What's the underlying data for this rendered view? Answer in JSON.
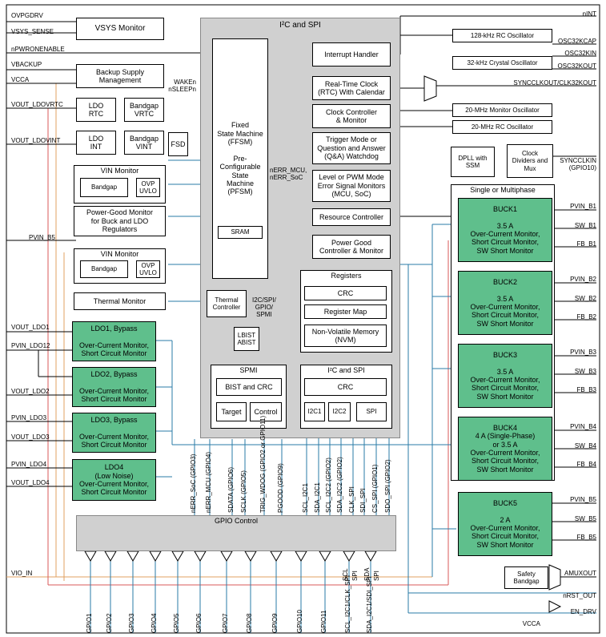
{
  "colors": {
    "green": "#5fbf8c",
    "gray": "#d0d0d0",
    "blue": "#2a7ba7",
    "purple": "#7b3fa0",
    "orange": "#e0a060",
    "red": "#d85a5a"
  },
  "left_pins": {
    "ovpgdrv": "OVPGDRV",
    "vsys_sense": "VSYS_SENSE",
    "npwronenable": "nPWRONENABLE",
    "vbackup": "VBACKUP",
    "vcca": "VCCA",
    "vout_ldovrtc": "VOUT_LDOVRTC",
    "vout_ldovint": "VOUT_LDOVINT",
    "pvin_b5": "PVIN_B5",
    "vout_ldo1": "VOUT_LDO1",
    "pvin_ldo12": "PVIN_LDO12",
    "vout_ldo2": "VOUT_LDO2",
    "pvin_ldo3": "PVIN_LDO3",
    "vout_ldo3": "VOUT_LDO3",
    "pvin_ldo4": "PVIN_LDO4",
    "vout_ldo4": "VOUT_LDO4",
    "vio_in": "VIO_IN"
  },
  "right_pins": {
    "nint": "nINT",
    "osc32kcap": "OSC32KCAP",
    "osc32kin": "OSC32KIN",
    "osc32kout": "OSC32KOUT",
    "syncclkout": "SYNCCLKOUT/CLK32KOUT",
    "syncclkin": "SYNCCLKIN\n(GPIO10)",
    "pvin_b1": "PVIN_B1",
    "sw_b1": "SW_B1",
    "fb_b1": "FB_B1",
    "pvin_b2": "PVIN_B2",
    "sw_b2": "SW_B2",
    "fb_b2": "FB_B2",
    "pvin_b3": "PVIN_B3",
    "sw_b3": "SW_B3",
    "fb_b3": "FB_B3",
    "pvin_b4": "PVIN_B4",
    "sw_b4": "SW_B4",
    "fb_b4": "FB_B4",
    "pvin_b5": "PVIN_B5",
    "sw_b5": "SW_B5",
    "fb_b5": "FB_B5",
    "amuxout": "AMUXOUT",
    "nrst_out": "nRST_OUT",
    "en_drv": "EN_DRV",
    "vcca": "VCCA"
  },
  "blocks": {
    "vsys_monitor": "VSYS Monitor",
    "backup_supply": "Backup Supply\nManagement",
    "ldo_rtc": "LDO\nRTC",
    "bandgap_vrtc": "Bandgap\nVRTC",
    "ldo_int": "LDO\nINT",
    "bandgap_vint": "Bandgap\nVINT",
    "fsd": "FSD",
    "vin_monitor": "VIN Monitor",
    "bandgap": "Bandgap",
    "ovp_uvlo": "OVP\nUVLO",
    "power_good_monitor": "Power-Good Monitor\nfor Buck and LDO\nRegulators",
    "thermal_monitor": "Thermal Monitor",
    "ldo1": "LDO1, Bypass\n\nOver-Current Monitor,\nShort Circuit Monitor",
    "ldo2": "LDO2, Bypass\n\nOver-Current Monitor,\nShort Circuit Monitor",
    "ldo3": "LDO3, Bypass\n\nOver-Current Monitor,\nShort Circuit Monitor",
    "ldo4": "LDO4\n(Low Noise)\nOver-Current Monitor,\nShort Circuit Monitor",
    "i2c_spi_title": "I²C and SPI",
    "fsm": "Fixed\nState Machine\n(FFSM)\n\nPre-\nConfigurable\nState\nMachine\n(PFSM)",
    "sram": "SRAM",
    "thermal_controller": "Thermal\nController",
    "i2c_spi_gpio": "I2C/SPI/\nGPIO/\nSPMI",
    "lbist": "LBIST\nABIST",
    "wakeup": "WAKEn\nnSLEEPn",
    "nerr_mcu": "nERR_MCU,\nnERR_SoC",
    "interrupt_handler": "Interrupt Handler",
    "rtc": "Real-Time Clock\n(RTC) With Calendar",
    "clock_controller": "Clock Controller\n& Monitor",
    "watchdog": "Trigger Mode or\nQuestion and Answer\n(Q&A) Watchdog",
    "error_monitors": "Level or PWM Mode\nError Signal Monitors\n(MCU, SoC)",
    "resource_controller": "Resource Controller",
    "power_good_controller": "Power Good\nController & Monitor",
    "registers": "Registers",
    "crc": "CRC",
    "register_map": "Register Map",
    "nvm": "Non-Volatile Memory\n(NVM)",
    "spmi": "SPMI",
    "bist_crc": "BIST and CRC",
    "target": "Target",
    "control": "Control",
    "i2c_spi2": "I²C and SPI",
    "crc2": "CRC",
    "i2c1": "I2C1",
    "i2c2": "I2C2",
    "spi": "SPI",
    "osc128k": "128-kHz RC Oscillator",
    "osc32k": "32-kHz Crystal Oscillator",
    "osc20m_mon": "20-MHz Monitor Oscillator",
    "osc20m": "20-MHz RC Oscillator",
    "dpll": "DPLL with\nSSM",
    "clock_dividers": "Clock\nDividers and\nMux",
    "single_multiphase": "Single or Multiphase",
    "buck1": "BUCK1\n\n3.5 A\nOver-Current Monitor,\nShort Circuit Monitor,\nSW Short Monitor",
    "buck2": "BUCK2\n\n3.5 A\nOver-Current Monitor,\nShort Circuit Monitor,\nSW Short Monitor",
    "buck3": "BUCK3\n\n3.5 A\nOver-Current Monitor,\nShort Circuit Monitor,\nSW Short Monitor",
    "buck4": "BUCK4\n4 A (Single-Phase)\nor 3.5 A\nOver-Current Monitor,\nShort Circuit Monitor,\nSW Short Monitor",
    "buck5": "BUCK5\n\n2 A\nOver-Current Monitor,\nShort Circuit Monitor,\nSW Short Monitor",
    "safety_bandgap": "Safety\nBandgap",
    "gpio_control": "GPIO Control"
  },
  "gpio_signals": [
    "nERR_SoC (GPIO3)",
    "nERR_MCU (GPIO4)",
    "SDATA (GPIO6)",
    "SCLK (GPIO5)",
    "TRIG_WDOG (GPIO2 or GPIO11)",
    "PGOOD (GPIO9)",
    "SCL_I2C1",
    "SDA_I2C1",
    "SCL_I2C2 (GPIO2)",
    "SDA_I2C2 (GPIO2)",
    "CLK_SPI",
    "SDI_SPI",
    "CS_SPI (GPIO1)",
    "SDO_SPI (GPIO2)"
  ],
  "gpio_pins": [
    "GPIO1",
    "GPIO2",
    "GPIO3",
    "GPIO4",
    "GPIO5",
    "GPIO6",
    "GPIO7",
    "GPIO8",
    "GPIO9",
    "GPIO10",
    "GPIO11",
    "SCL_I2C1/CLK_SPI",
    "SDA_I2C1/SDI_SPI"
  ],
  "gpio_pin_mid_labels": [
    "SCL",
    "SPI",
    "SDA",
    "SPI"
  ]
}
